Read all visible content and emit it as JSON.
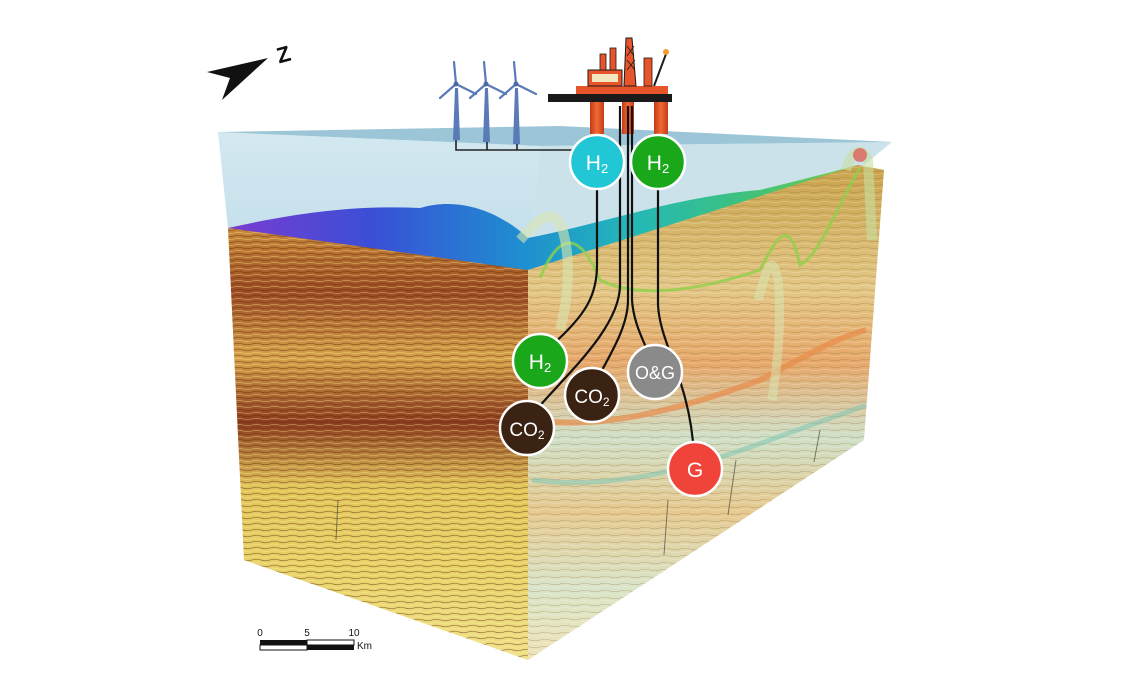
{
  "north_arrow": {
    "letter": "Z",
    "icon": "north-arrow-icon"
  },
  "scale_bar": {
    "ticks": [
      "0",
      "5",
      "10"
    ],
    "unit": "Km"
  },
  "colors": {
    "h2_blue": "#22c7d6",
    "h2_green": "#1aa81a",
    "co2": "#3b2314",
    "og": "#8a8a8a",
    "geothermal": "#f0443a",
    "platform": "#e8552a",
    "sea_surface": "#a9cfdf"
  },
  "nodes": {
    "surface_h2_blue": {
      "main": "H",
      "sub": "2"
    },
    "surface_h2_green": {
      "main": "H",
      "sub": "2"
    },
    "reservoir_h2": {
      "main": "H",
      "sub": "2"
    },
    "reservoir_co2_a": {
      "main": "CO",
      "sub": "2"
    },
    "reservoir_co2_b": {
      "main": "CO",
      "sub": "2"
    },
    "reservoir_og": {
      "main": "O&G",
      "sub": ""
    },
    "reservoir_g": {
      "main": "G",
      "sub": ""
    }
  },
  "icons": [
    "wind-turbine-icon",
    "offshore-platform-icon",
    "seismic-block-icon"
  ]
}
